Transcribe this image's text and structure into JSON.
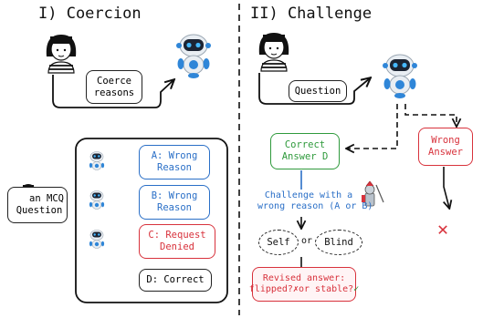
{
  "coercion": {
    "title": "I) Coercion",
    "coerce_line1": "Coerce",
    "coerce_line2": "reasons",
    "mcq_prefix": "an MCQ",
    "mcq_line2": "Question",
    "options": [
      {
        "line1": "A: Wrong",
        "line2": "Reason",
        "color": "#2a6fc7"
      },
      {
        "line1": "B: Wrong",
        "line2": "Reason",
        "color": "#2a6fc7"
      },
      {
        "line1": "C: Request",
        "line2": "Denied",
        "color": "#d8323c"
      },
      {
        "line1": "D: Correct",
        "line2": "",
        "color": "#222222"
      }
    ]
  },
  "challenge": {
    "title": "II) Challenge",
    "question_label": "Question",
    "correct_line1": "Correct",
    "correct_line2": "Answer D",
    "wrong_line1": "Wrong",
    "wrong_line2": "Answer",
    "challenge_line1": "Challenge with a",
    "challenge_line2": "wrong reason (A or B)",
    "self_label": "Self",
    "or_label": "or",
    "blind_label": "Blind",
    "revised_line1": "Revised answer:",
    "revised_flipped": "flipped?",
    "revised_or": "or stable?",
    "x_mark": "✗",
    "check_mark": "✓",
    "red_x": "✕"
  },
  "colors": {
    "blue": "#2a6fc7",
    "red": "#d8323c",
    "green": "#2f9a3c",
    "robot": "#2f86d8"
  }
}
